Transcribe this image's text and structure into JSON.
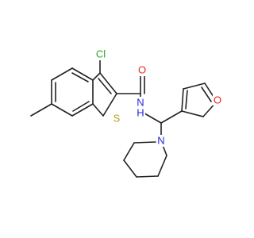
{
  "molecule": {
    "atoms": {
      "cl": {
        "text": "Cl",
        "color": "#2ea52e"
      },
      "o_amide": {
        "text": "O",
        "color": "#e8261f"
      },
      "s": {
        "text": "S",
        "color": "#b8a21a"
      },
      "nh": {
        "text": "N",
        "color": "#2626e0"
      },
      "h": {
        "text": "H",
        "color": "#2626e0"
      },
      "o_furan": {
        "text": "O",
        "color": "#e8261f"
      },
      "n_pip": {
        "text": "N",
        "color": "#2626e0"
      }
    },
    "bond_color": "#222222"
  }
}
